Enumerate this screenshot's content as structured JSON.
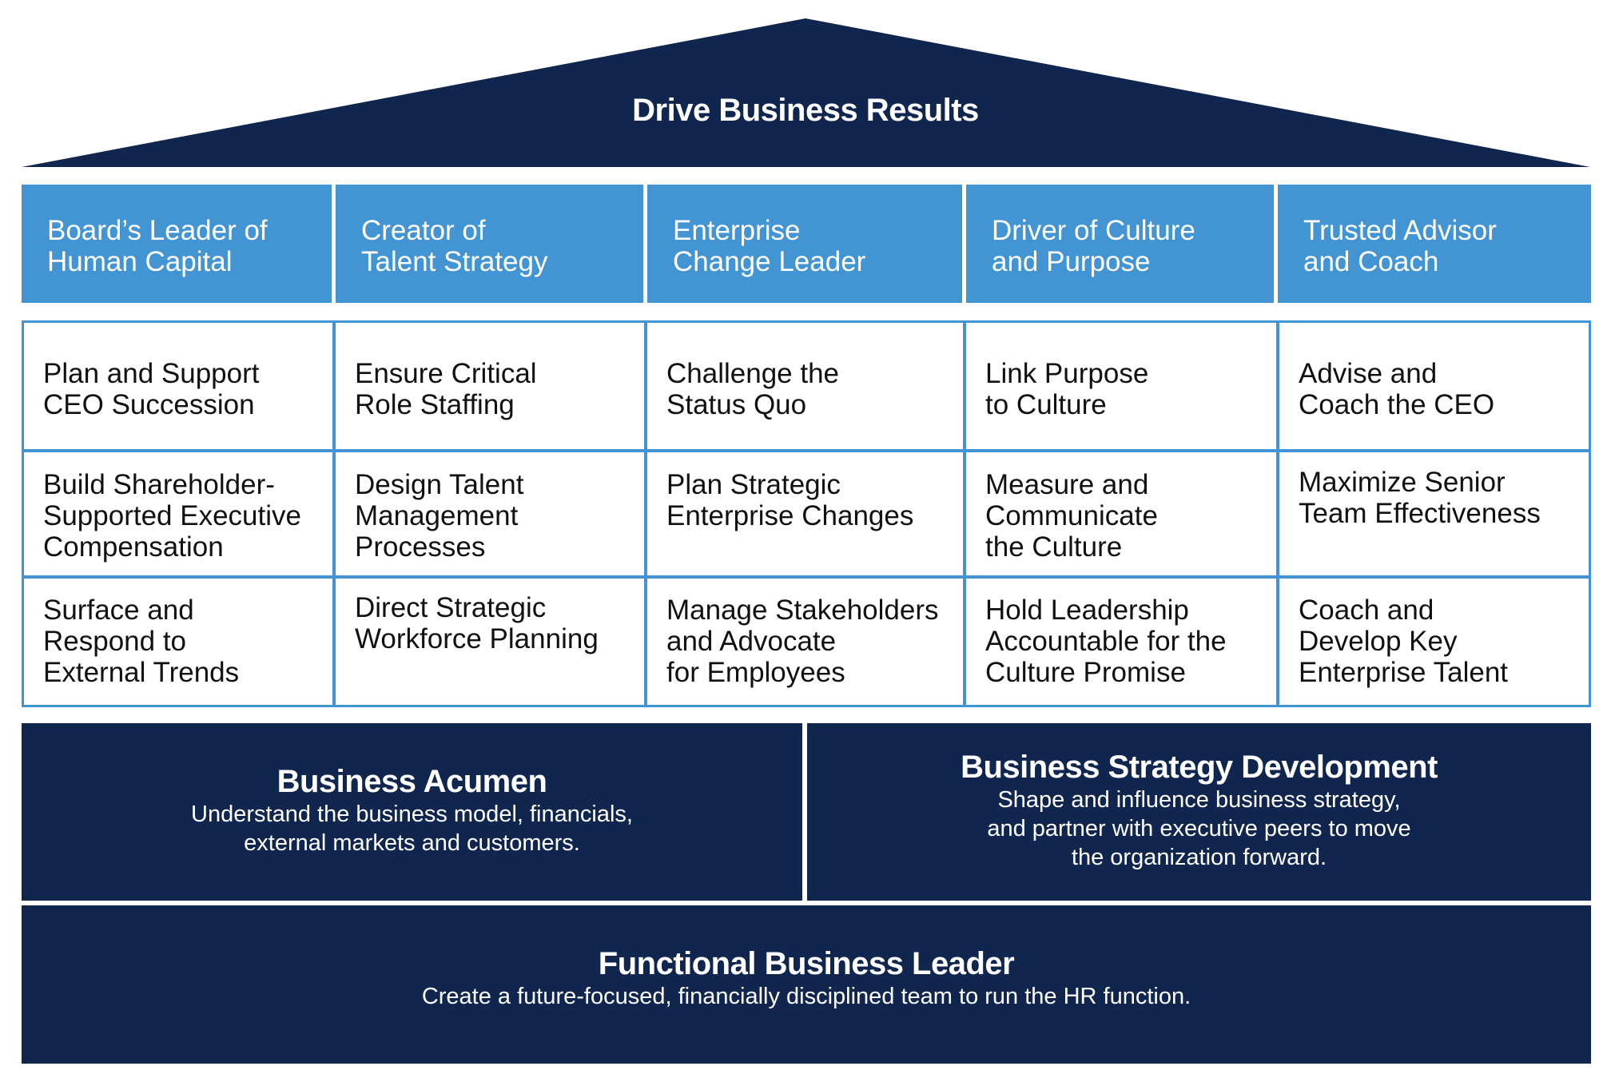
{
  "roof": {
    "title": "Drive Business Results"
  },
  "colors": {
    "navy": "#10264f",
    "blue": "#4294d2",
    "white": "#ffffff",
    "text": "#111111"
  },
  "pillars": [
    {
      "label": "Board’s Leader of\nHuman Capital",
      "items": [
        "Plan and Support\nCEO Succession",
        "Build Shareholder-\nSupported Executive\nCompensation",
        "Surface and\nRespond to\nExternal Trends"
      ]
    },
    {
      "label": "Creator of\nTalent Strategy",
      "items": [
        "Ensure Critical\nRole Staffing",
        "Design Talent\nManagement\nProcesses",
        "Direct Strategic\nWorkforce Planning"
      ]
    },
    {
      "label": "Enterprise\nChange Leader",
      "items": [
        "Challenge the\nStatus Quo",
        "Plan Strategic\nEnterprise Changes",
        "Manage Stakeholders\nand Advocate\nfor Employees"
      ]
    },
    {
      "label": "Driver of Culture\nand Purpose",
      "items": [
        "Link Purpose\nto Culture",
        "Measure and\nCommunicate\nthe Culture",
        "Hold Leadership\nAccountable for the\nCulture Promise"
      ]
    },
    {
      "label": "Trusted Advisor\nand Coach",
      "items": [
        "Advise and\nCoach the CEO",
        "Maximize Senior\nTeam Effectiveness",
        "Coach and\nDevelop Key\nEnterprise Talent"
      ]
    }
  ],
  "foundation": {
    "acumen": {
      "title": "Business Acumen",
      "description": "Understand the business model, financials,\nexternal markets and customers."
    },
    "strategy": {
      "title": "Business Strategy Development",
      "description": "Shape and influence business strategy,\nand partner with executive peers to move\nthe organization forward."
    },
    "functional": {
      "title": "Functional Business Leader",
      "description": "Create a future-focused, financially disciplined team to run the HR function."
    }
  }
}
